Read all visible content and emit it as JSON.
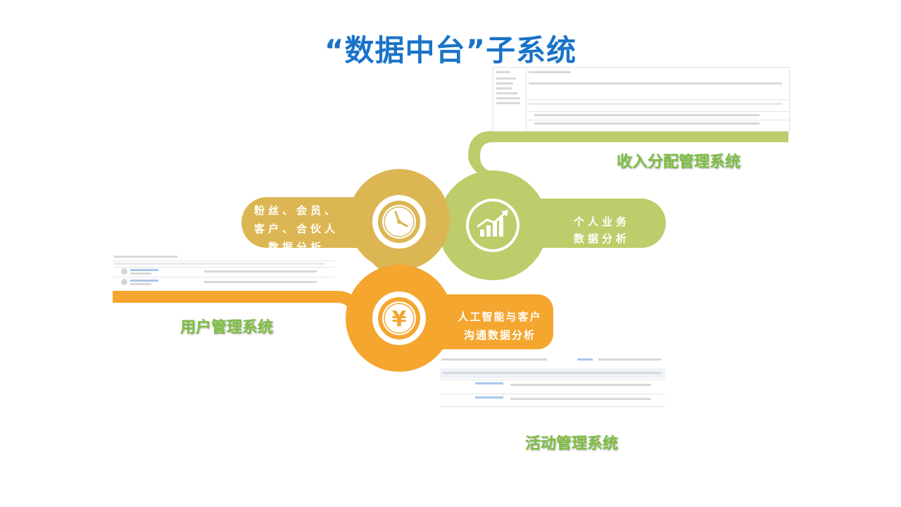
{
  "title": "“数据中台”子系统",
  "segments": [
    {
      "label_lines": [
        "粉丝、会员、",
        "客户、合伙人",
        "数据分析"
      ],
      "icon": "clock-icon",
      "color": "#dcb653"
    },
    {
      "label_lines": [
        "个人业务",
        "数据分析"
      ],
      "icon": "growth-chart-icon",
      "color": "#bfcc6b"
    },
    {
      "label_lines": [
        "人工智能与客户",
        "沟通数据分析"
      ],
      "icon": "yen-icon",
      "color": "#f4a62f"
    }
  ],
  "systems": {
    "income": "收入分配管理系统",
    "user": "用户管理系统",
    "activity": "活动管理系统"
  },
  "colors": {
    "title": "#1a73c8",
    "system_label": "#7cbf3e"
  }
}
